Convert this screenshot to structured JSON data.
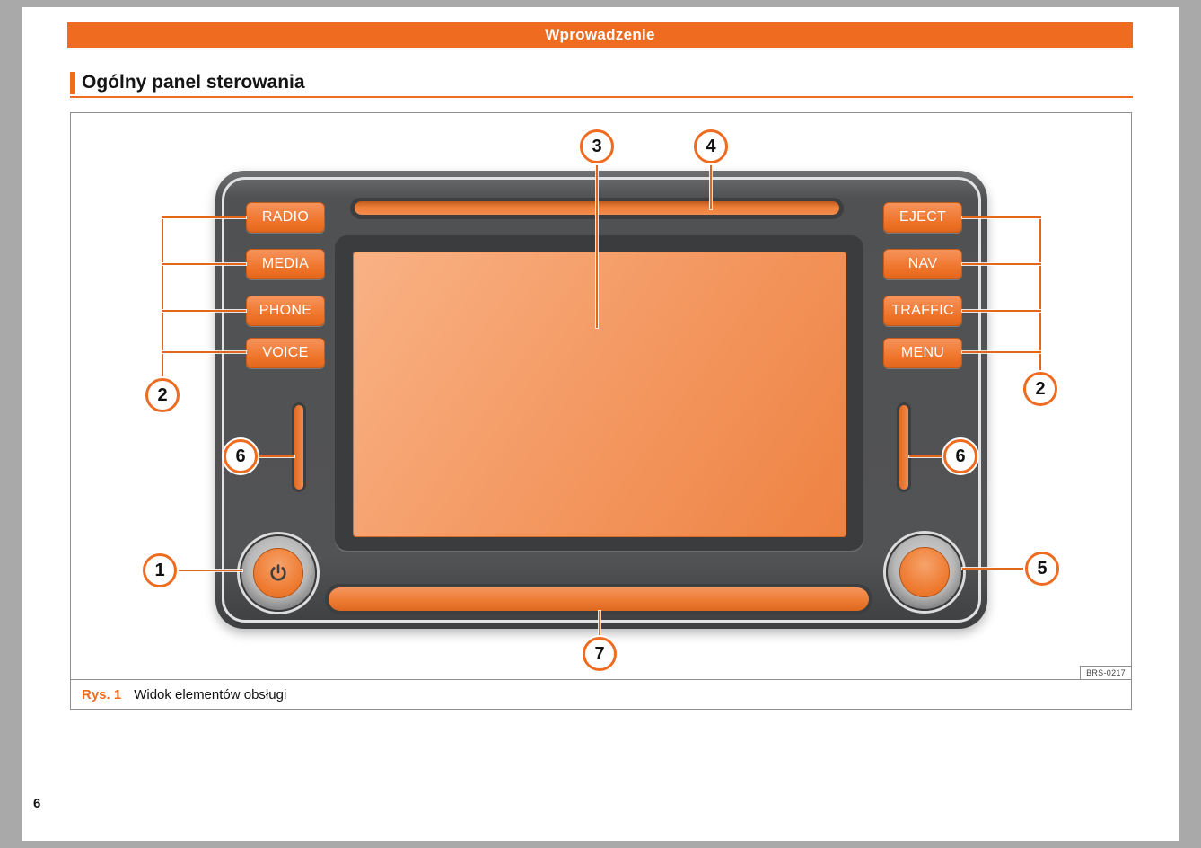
{
  "page": {
    "header_title": "Wprowadzenie",
    "section_title": "Ogólny panel sterowania",
    "page_number": "6"
  },
  "figure": {
    "caption_label": "Rys. 1",
    "caption_text": "Widok elementów obsługi",
    "image_code": "BRS-0217",
    "device": {
      "left_buttons": [
        "RADIO",
        "MEDIA",
        "PHONE",
        "VOICE"
      ],
      "right_buttons": [
        "EJECT",
        "NAV",
        "TRAFFIC",
        "MENU"
      ]
    },
    "callouts": {
      "power_knob": "1",
      "left_button_group": "2",
      "screen": "3",
      "cd_slot": "4",
      "right_knob": "5",
      "left_slot": "6",
      "right_slot": "6",
      "bottom_strip": "7",
      "right_button_group": "2"
    }
  },
  "colors": {
    "accent_orange": "#ee6b1f",
    "device_gray": "#515254",
    "screen_orange": "#f49a64"
  }
}
